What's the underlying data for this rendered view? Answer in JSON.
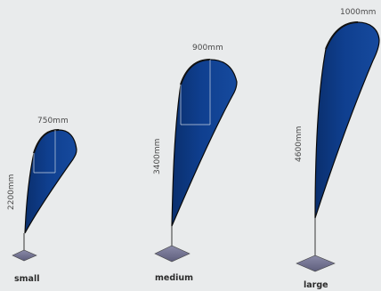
{
  "flags": [
    {
      "size_label": "small",
      "width_label": "750mm",
      "height_label": "2200mm",
      "color": "#0d3d8c"
    },
    {
      "size_label": "medium",
      "width_label": "900mm",
      "height_label": "3400mm",
      "color": "#0d3d8c"
    },
    {
      "size_label": "large",
      "width_label": "1000mm",
      "height_label": "4600mm",
      "color": "#0d3d8c"
    }
  ],
  "background": "#e9ebec"
}
